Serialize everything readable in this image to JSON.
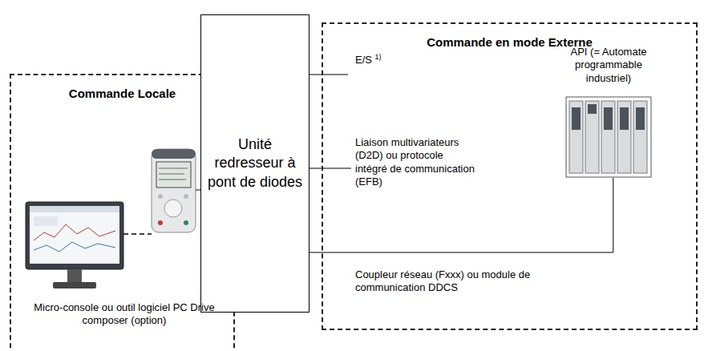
{
  "diagram": {
    "nodes": [
      {
        "text": [
          "Commande Locale"
        ]
      },
      {
        "text": [
          "Unité redresseur à pont de diodes"
        ]
      },
      {
        "text": [
          "Commande en mode Externe"
        ]
      },
      {
        "text": [
          "API (= Automate programmable industriel)"
        ],
        "in": 2
      }
    ],
    "edges": [
      {
        "from": 1,
        "to": 3,
        "arrow": "none",
        "label": "Coupleur réseau (Fxxx) ou module de communication DDCS"
      }
    ],
    "labels": [
      "E/S",
      "1)",
      "Liaison multivariateurs (D2D) ou protocole intégré de communication (EFB)",
      "Micro-console ou outil logiciel PC Drive composer (option)"
    ]
  }
}
